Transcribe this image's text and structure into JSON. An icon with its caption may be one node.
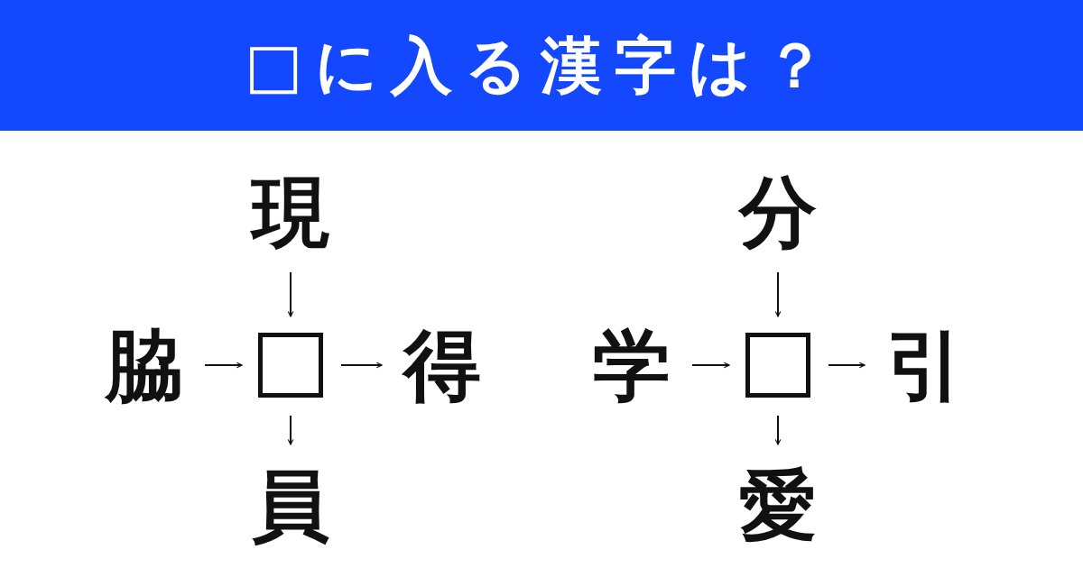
{
  "diagram": {
    "title": "□に入る漢字は？",
    "nodes": [
      {
        "text": [
          "現"
        ]
      },
      {
        "text": [
          "脇"
        ]
      },
      {
        "text": [],
        "shape": "box"
      },
      {
        "text": [
          "得"
        ]
      },
      {
        "text": [
          "員"
        ]
      },
      {
        "text": [
          "分"
        ]
      },
      {
        "text": [
          "学"
        ]
      },
      {
        "text": [],
        "shape": "box"
      },
      {
        "text": [
          "引"
        ]
      },
      {
        "text": [
          "愛"
        ]
      }
    ],
    "edges": [
      {
        "from": 0,
        "to": 2,
        "arrow": "to"
      },
      {
        "from": 1,
        "to": 2,
        "arrow": "to"
      },
      {
        "from": 2,
        "to": 3,
        "arrow": "to"
      },
      {
        "from": 2,
        "to": 4,
        "arrow": "to"
      },
      {
        "from": 5,
        "to": 7,
        "arrow": "to"
      },
      {
        "from": 6,
        "to": 7,
        "arrow": "to"
      },
      {
        "from": 7,
        "to": 8,
        "arrow": "to"
      },
      {
        "from": 7,
        "to": 9,
        "arrow": "to"
      }
    ]
  }
}
